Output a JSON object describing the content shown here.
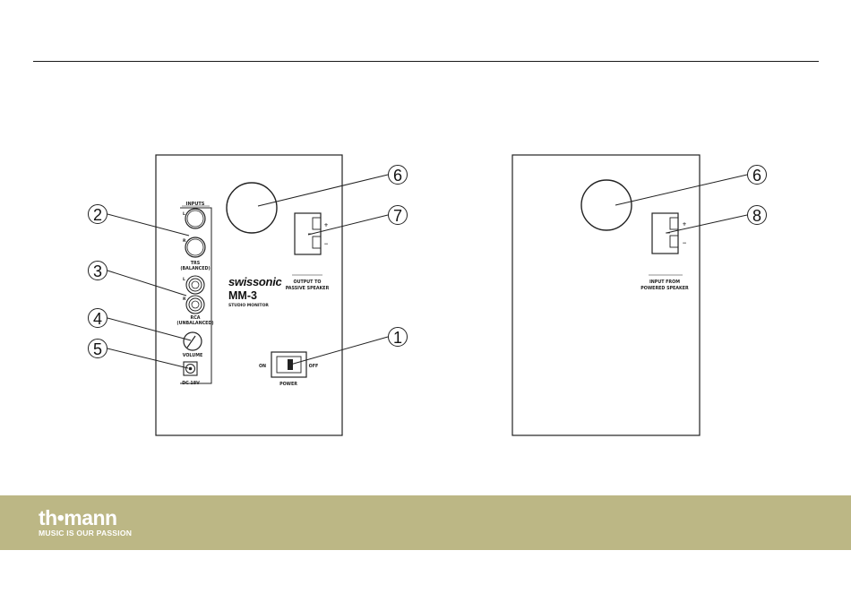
{
  "left_panel": {
    "labels": {
      "inputs": "INPUTS",
      "l1": "L",
      "r1": "R",
      "trs1": "TRS",
      "trs2": "(BALANCED)",
      "l2": "L",
      "r2": "R",
      "rca1": "RCA",
      "rca2": "(UNBALANCED)",
      "volume": "VOLUME",
      "dc": "DC 18V",
      "brand": "swissonic",
      "model": "MM-3",
      "model_sub": "STUDIO MONITOR",
      "out1": "OUTPUT TO",
      "out2": "PASSIVE SPEAKER",
      "plus": "+",
      "minus": "−",
      "on": "ON",
      "off": "OFF",
      "power": "POWER"
    },
    "callouts": {
      "c1": "1",
      "c2": "2",
      "c3": "3",
      "c4": "4",
      "c5": "5",
      "c6": "6",
      "c7": "7"
    }
  },
  "right_panel": {
    "labels": {
      "in1": "INPUT FROM",
      "in2": "POWERED SPEAKER",
      "plus": "+",
      "minus": "−"
    },
    "callouts": {
      "c6": "6",
      "c8": "8"
    }
  },
  "footer": {
    "logo_word": "th•mann",
    "logo_tagline": "MUSIC IS OUR PASSION",
    "color": "#bcb785"
  }
}
